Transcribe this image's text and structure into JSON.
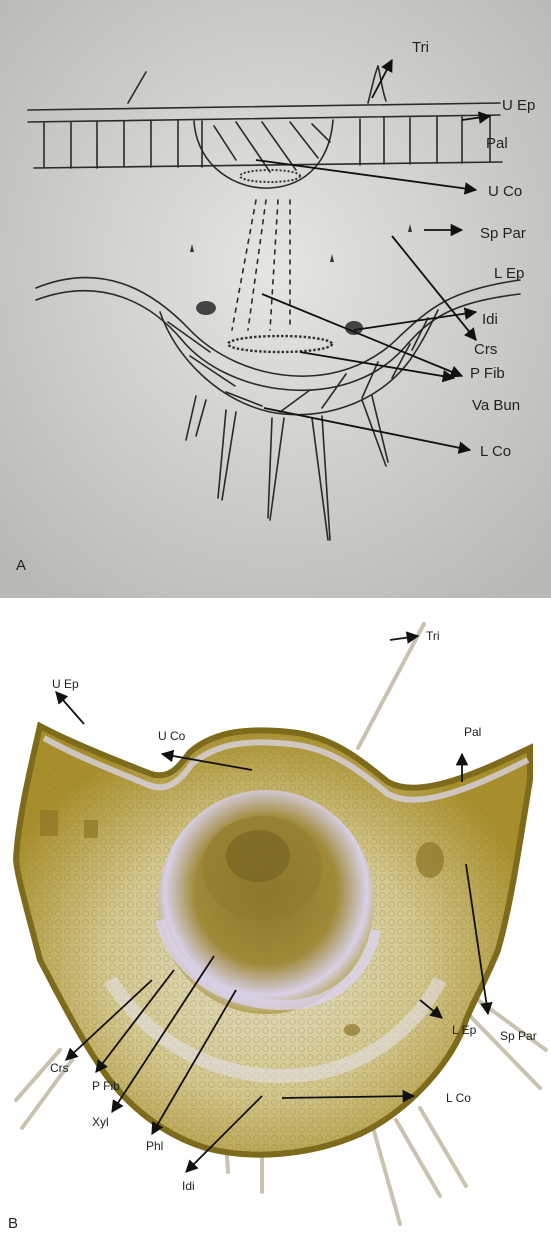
{
  "panel_a": {
    "letter": "A",
    "labels": {
      "tri": "Tri",
      "u_ep": "U Ep",
      "pal": "Pal",
      "u_co": "U Co",
      "sp_par": "Sp Par",
      "l_ep": "L Ep",
      "idi": "Idi",
      "crs": "Crs",
      "p_fib": "P Fib",
      "va_bun": "Va Bun",
      "l_co": "L Co"
    }
  },
  "panel_b": {
    "letter": "B",
    "labels": {
      "tri": "Tri",
      "u_ep": "U Ep",
      "u_co": "U Co",
      "pal": "Pal",
      "sp_par": "Sp Par",
      "l_ep": "L Ep",
      "l_co": "L Co",
      "crs": "Crs",
      "p_fib": "P Fib",
      "xyl": "Xyl",
      "phl": "Phl",
      "idi": "Idi"
    }
  },
  "colors": {
    "paper": "#d7d6d1",
    "ink": "#2a2a2a",
    "tissue_dark": "#7a6a1c",
    "tissue_mid": "#b29a3a",
    "tissue_light": "#d9cf9a"
  }
}
